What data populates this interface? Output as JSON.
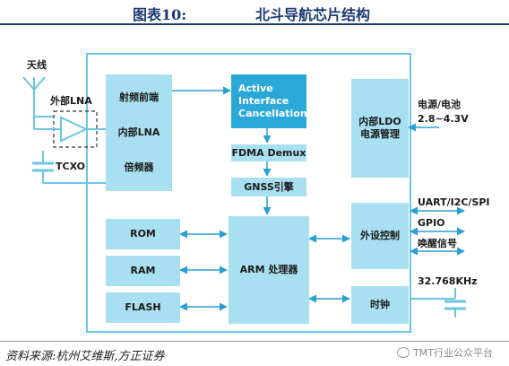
{
  "title": {
    "number": "图表10:",
    "text": "北斗导航芯片结构"
  },
  "diagram": {
    "antenna_label": "天线",
    "external_lna_label": "外部LNA",
    "tcxo_label": "TCXO",
    "rf_frontend": {
      "front_label": "射频前端",
      "internal_lna_label": "内部LNA",
      "multiplier_label": "倍频器"
    },
    "interference_cancellation": "Active Interface Cancellation",
    "fdma_demux": "FDMA Demux",
    "gnss_engine": "GNSS引擎",
    "memory": [
      "ROM",
      "RAM",
      "FLASH"
    ],
    "arm_processor": "ARM 处理器",
    "power_mgmt": "内部LDO\n电源管理",
    "power_supply_label": "电源/电池",
    "voltage_label": "2.8~4.3V",
    "peripheral_control": "外设控制",
    "interfaces": [
      "UART/I2C/SPI",
      "GPIO",
      "唤醒信号"
    ],
    "clock": "时钟",
    "crystal_label": "32.768KHz"
  },
  "source": "资料来源:杭州艾维斯,方正证券",
  "watermark": "TMT行业公众平台",
  "colors": {
    "block_light": "#a9e0f1",
    "block_dark": "#2aa9d8",
    "frame_border": "#6cc5e3",
    "arrow": "#2a9fd3",
    "heading": "#1b3a73"
  }
}
